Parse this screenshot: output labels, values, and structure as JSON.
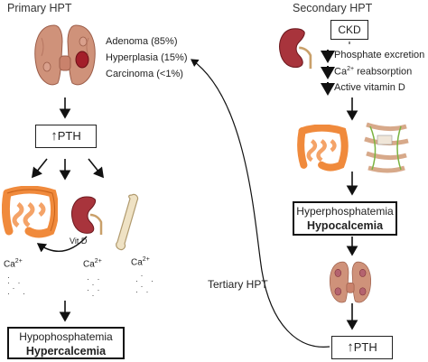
{
  "primary": {
    "title": "Primary HPT",
    "causes": [
      "Adenoma (85%)",
      "Hyperplasia (15%)",
      "Carcinoma (<1%)"
    ],
    "pth_label": "PTH",
    "ca_labels": [
      "Ca",
      "Ca",
      "Ca"
    ],
    "ca_superscript": "2+",
    "vit_d_label": "Vit.D",
    "result_line1": "Hypophosphatemia",
    "result_line2": "Hypercalcemia"
  },
  "secondary": {
    "title": "Secondary HPT",
    "ckd_label": "CKD",
    "effects": [
      "Phosphate excretion",
      "reabsorption",
      "Active vitamin D"
    ],
    "effect_ca_prefix": "Ca",
    "effect_ca_superscript": "2+",
    "result_line1": "Hyperphosphatemia",
    "result_line2": "Hypocalcemia",
    "pth_label": "PTH"
  },
  "tertiary": {
    "label": "Tertiary HPT"
  },
  "colors": {
    "thyroid": "#c98a74",
    "adenoma": "#a31f2a",
    "kidney": "#a8343c",
    "intestine": "#f08a3c",
    "bone": "#efe2c4"
  }
}
